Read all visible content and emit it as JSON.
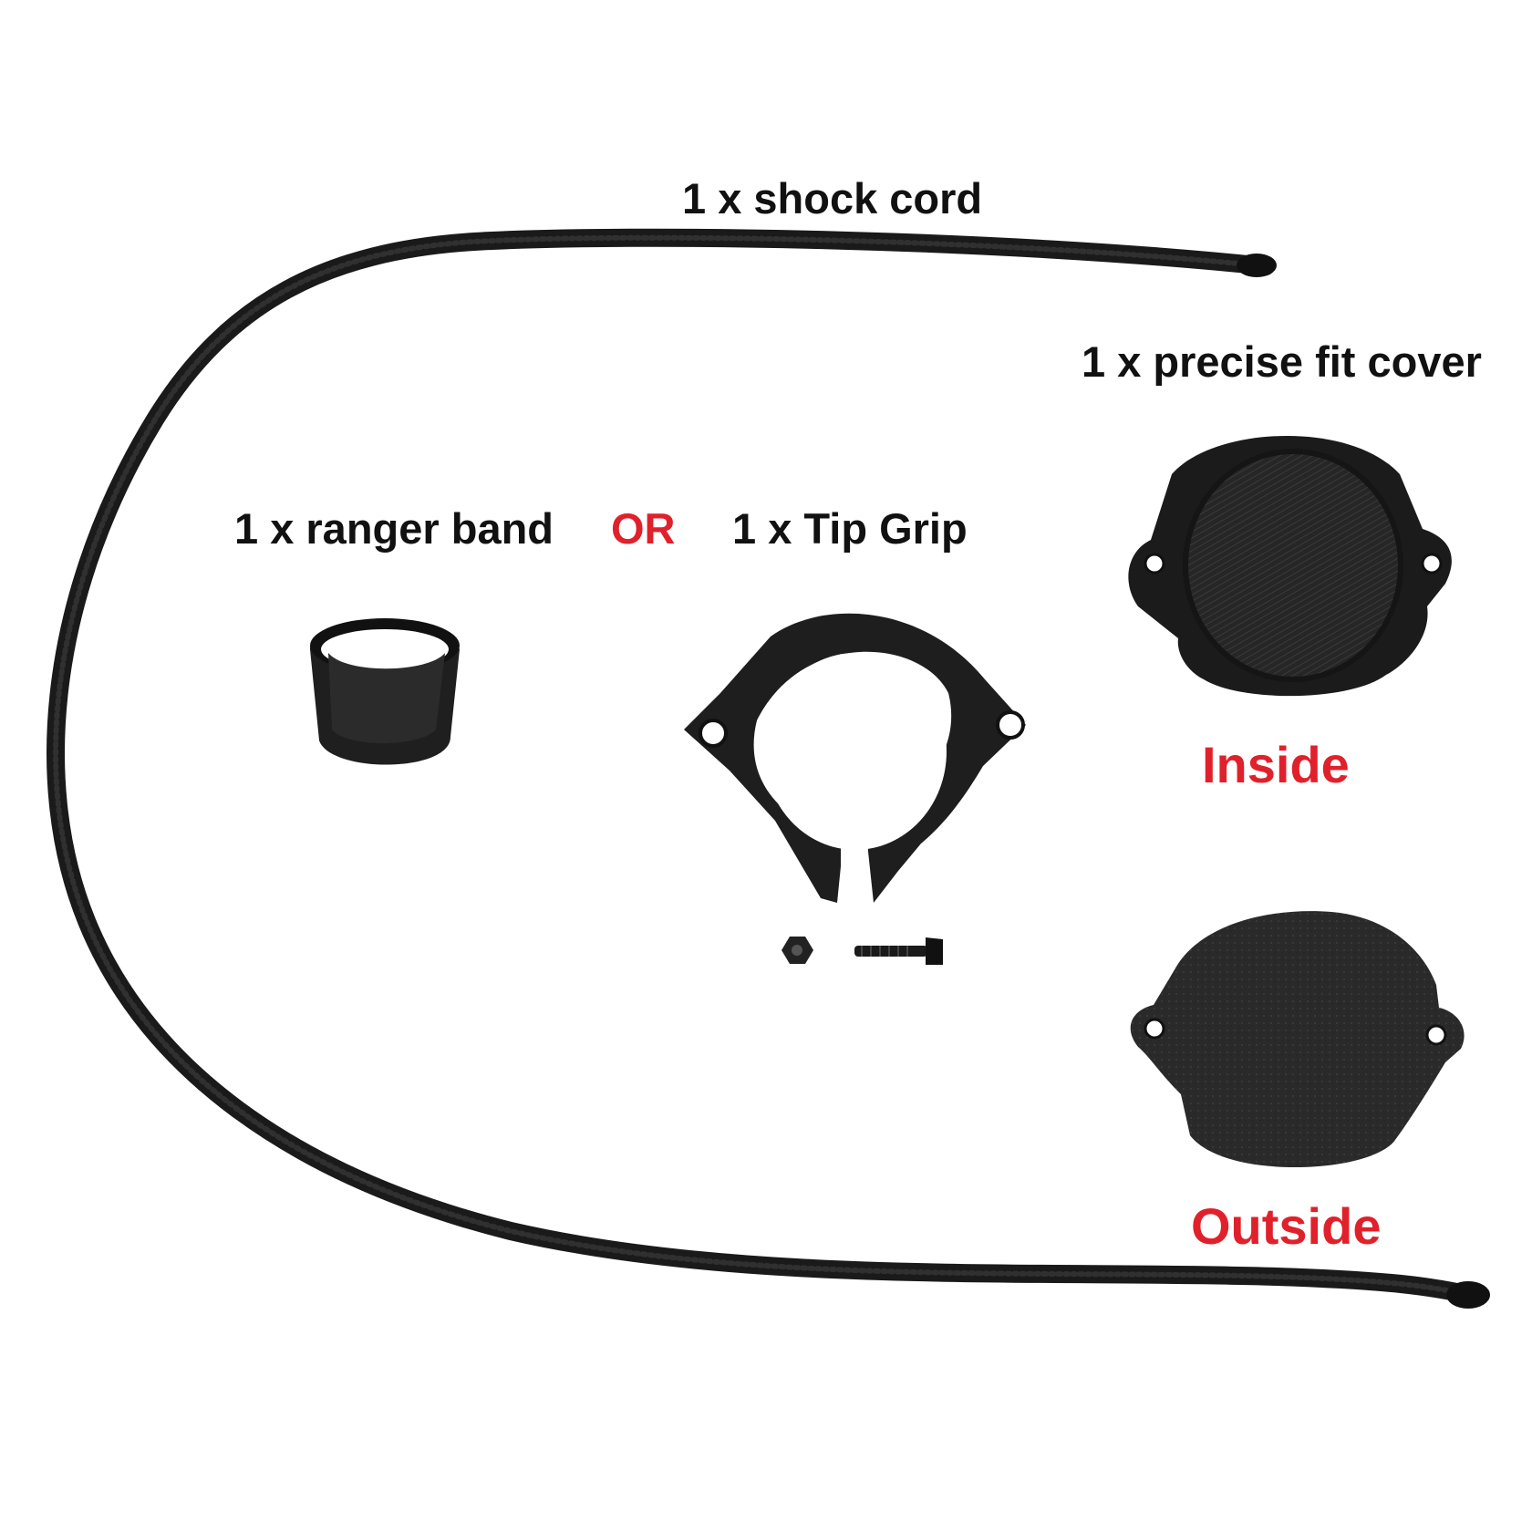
{
  "labels": {
    "shock_cord": "1 x shock cord",
    "precise_fit_cover": "1 x precise fit cover",
    "ranger_band": "1 x ranger band",
    "or": "OR",
    "tip_grip": "1 x Tip Grip",
    "inside": "Inside",
    "outside": "Outside"
  },
  "colors": {
    "label_text": "#111111",
    "accent_red": "#e0212b",
    "part_black": "#1c1c1c",
    "background": "#ffffff"
  }
}
